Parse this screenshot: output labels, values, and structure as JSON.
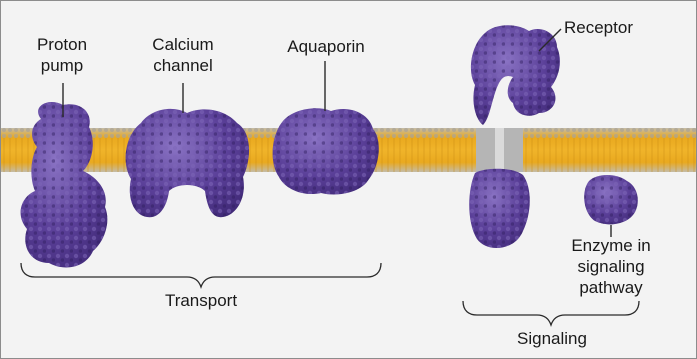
{
  "labels": {
    "proton_pump": [
      "Proton",
      "pump"
    ],
    "calcium_channel": [
      "Calcium",
      "channel"
    ],
    "aquaporin": "Aquaporin",
    "receptor": "Receptor",
    "enzyme": [
      "Enzyme in",
      "signaling",
      "pathway"
    ],
    "transport": "Transport",
    "signaling": "Signaling"
  },
  "colors": {
    "background": "#f3f3f3",
    "membrane_core": "#e6a21a",
    "membrane_edge": "#b9b3a4",
    "protein": "#5a3f98",
    "protein_dark": "#3d2773",
    "protein_light": "#8a73c4",
    "pore": "#b3b3b3",
    "line": "#2a2a2a"
  }
}
